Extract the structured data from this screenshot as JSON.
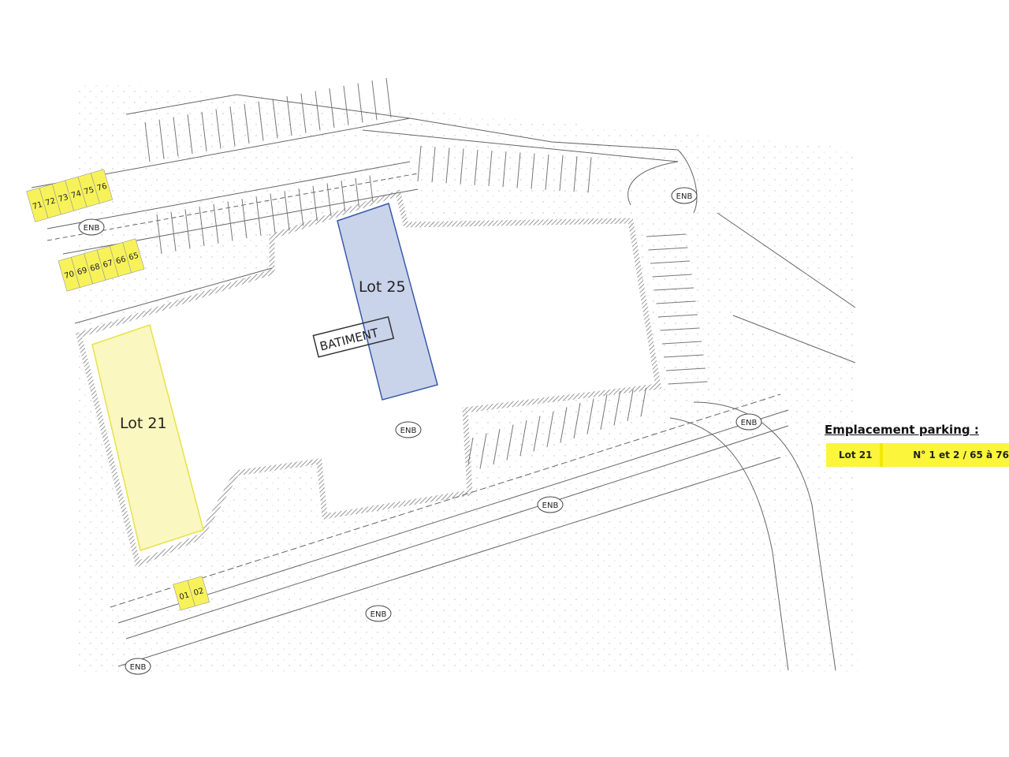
{
  "plan": {
    "building_label": "BATIMENT",
    "road_label": "ENB",
    "lots": [
      {
        "label": "Lot 25",
        "color": "#c9d3ea",
        "stroke": "#3a5aa8"
      },
      {
        "label": "Lot 21",
        "color": "#fbf7c0",
        "stroke": "#e8e24a"
      }
    ],
    "parking_highlight_color": "#f7f25a",
    "parking_row_top": [
      "71",
      "72",
      "73",
      "74",
      "75",
      "76"
    ],
    "parking_row_bottom": [
      "70",
      "69",
      "68",
      "67",
      "66",
      "65"
    ],
    "parking_front": [
      "01",
      "02"
    ]
  },
  "legend": {
    "title": "Emplacement parking :",
    "lot": "Lot 21",
    "spaces": "N° 1 et 2 / 65 à 76"
  }
}
